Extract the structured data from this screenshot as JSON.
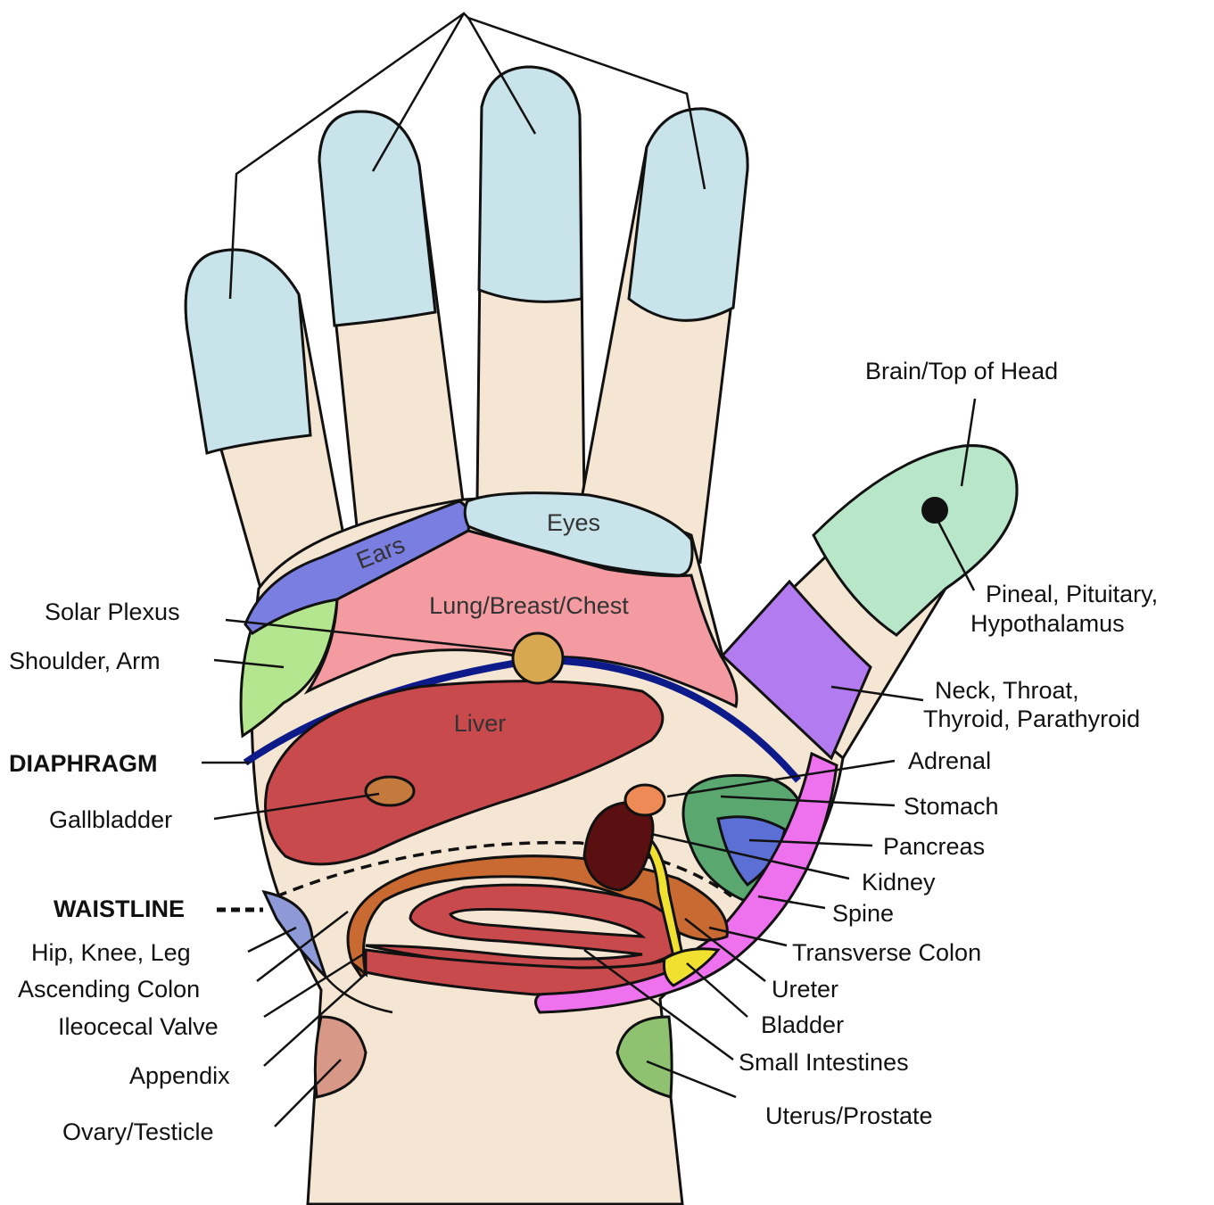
{
  "colors": {
    "skin": "#f5e6d3",
    "fingertip": "#c8e3ea",
    "ears": "#7a7ee0",
    "lung": "#f39ba0",
    "liver": "#c94a4c",
    "diaphragm": "#0d1a8a",
    "shoulder": "#b3e68f",
    "thumb_tip": "#b8e6c8",
    "neck": "#b27bef",
    "spine": "#ee71ee",
    "stomach": "#5aa870",
    "pancreas": "#5b6fd4",
    "kidney": "#5a1010",
    "adrenal": "#ee8a55",
    "colon": "#c86a32",
    "small_intestine": "#c94a4c",
    "bladder": "#f0e030",
    "hip": "#8e99d8",
    "ovary": "#d89888",
    "uterus": "#8ec270",
    "solar_plexus": "#d8a850"
  },
  "inner_labels": {
    "ears": "Ears",
    "eyes": "Eyes",
    "lung": "Lung/Breast/Chest",
    "liver": "Liver"
  },
  "labels": {
    "brain": "Brain/Top of Head",
    "pineal_1": "Pineal, Pituitary,",
    "pineal_2": "Hypothalamus",
    "neck_1": "Neck, Throat,",
    "neck_2": "Thyroid, Parathyroid",
    "adrenal": "Adrenal",
    "stomach": "Stomach",
    "pancreas": "Pancreas",
    "kidney": "Kidney",
    "spine": "Spine",
    "transverse_colon": "Transverse Colon",
    "ureter": "Ureter",
    "bladder": "Bladder",
    "small_intestines": "Small Intestines",
    "uterus": "Uterus/Prostate",
    "solar_plexus": "Solar Plexus",
    "shoulder": "Shoulder, Arm",
    "diaphragm": "DIAPHRAGM",
    "gallbladder": "Gallbladder",
    "waistline": "WAISTLINE",
    "hip": "Hip, Knee, Leg",
    "ascending_colon": "Ascending Colon",
    "ileocecal": "Ileocecal Valve",
    "appendix": "Appendix",
    "ovary": "Ovary/Testicle"
  }
}
